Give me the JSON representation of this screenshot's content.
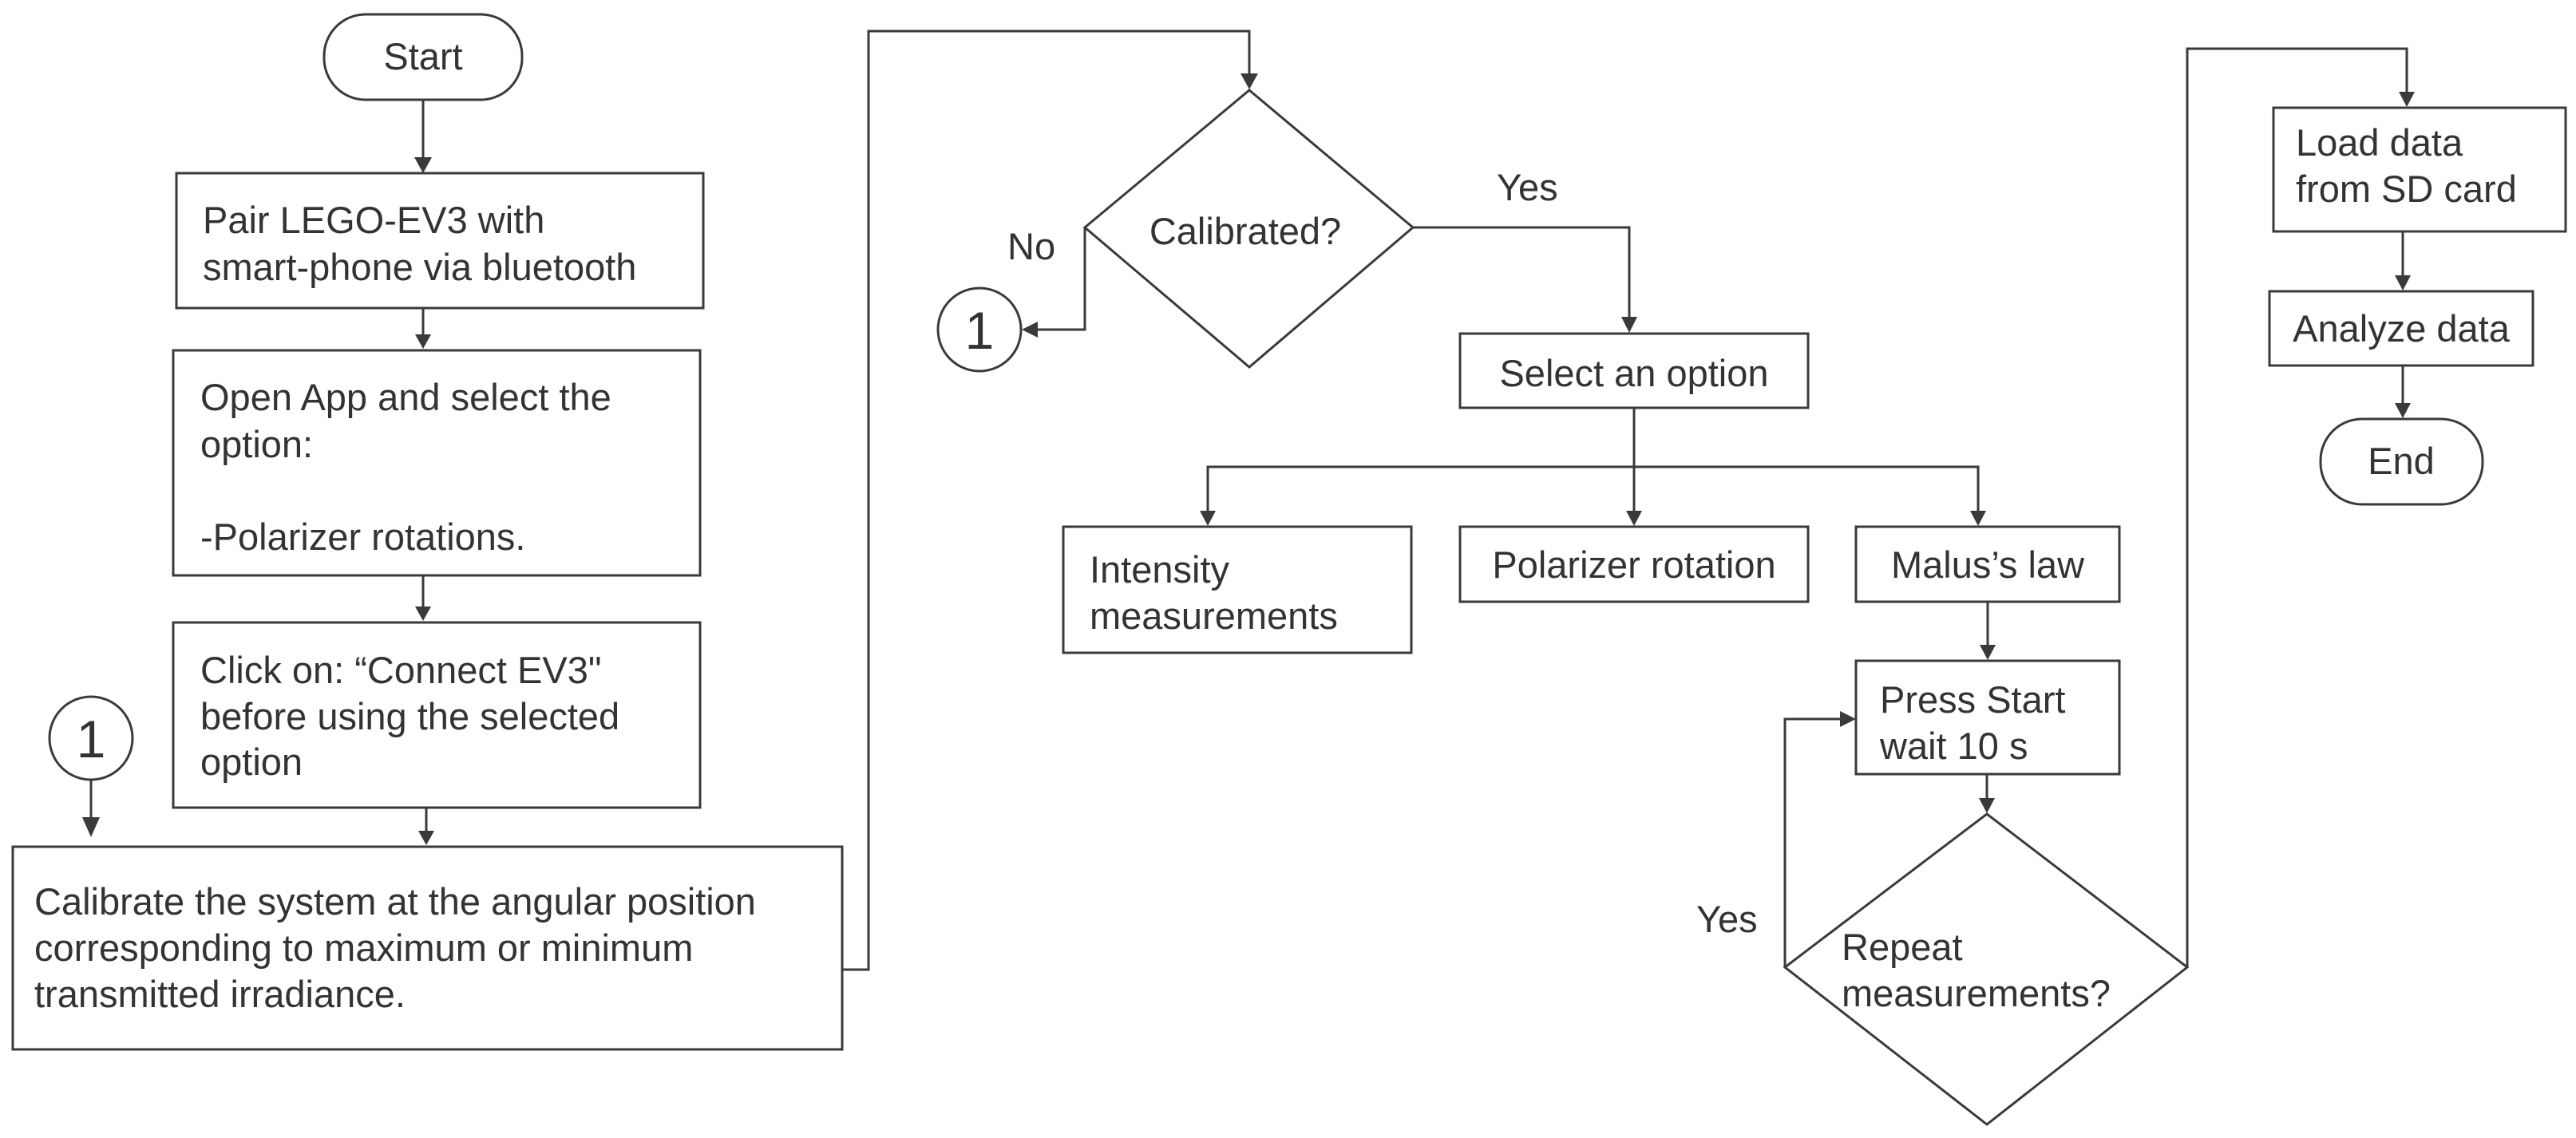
{
  "diagram": {
    "nodes": {
      "start": {
        "text": [
          "Start"
        ]
      },
      "pair": {
        "text": [
          "Pair LEGO-EV3 with",
          "smart-phone via bluetooth"
        ]
      },
      "open_app": {
        "text": [
          "Open App and select the",
          "option:",
          "",
          "-Polarizer rotations."
        ]
      },
      "click_connect": {
        "text": [
          "Click on: “Connect EV3\"",
          "before using the selected",
          "option"
        ]
      },
      "calibrate": {
        "text": [
          "Calibrate the system at the angular position",
          "corresponding to maximum or minimum",
          "transmitted irradiance."
        ]
      },
      "calibrated_decision": {
        "text": [
          "Calibrated?"
        ]
      },
      "select_option": {
        "text": [
          "Select an option"
        ]
      },
      "intensity": {
        "text": [
          "Intensity",
          " measurements"
        ]
      },
      "polarizer_rotation": {
        "text": [
          "Polarizer rotation"
        ]
      },
      "malus_law": {
        "text": [
          "Malus’s law"
        ]
      },
      "press_start": {
        "text": [
          "Press Start",
          "wait 10 s"
        ]
      },
      "repeat_decision": {
        "text": [
          "Repeat",
          "measurements?"
        ]
      },
      "load_data": {
        "text": [
          "Load data",
          "from SD card"
        ]
      },
      "analyze_data": {
        "text": [
          "Analyze data"
        ]
      },
      "end": {
        "text": [
          "End"
        ]
      }
    },
    "connectors": {
      "off_page_left": "1",
      "off_page_right": "1"
    },
    "edge_labels": {
      "calibrated_no": "No",
      "calibrated_yes": "Yes",
      "repeat_yes": "Yes"
    },
    "colors": {
      "stroke": "#3a3a3a",
      "text": "#333333",
      "background": "#ffffff"
    }
  }
}
